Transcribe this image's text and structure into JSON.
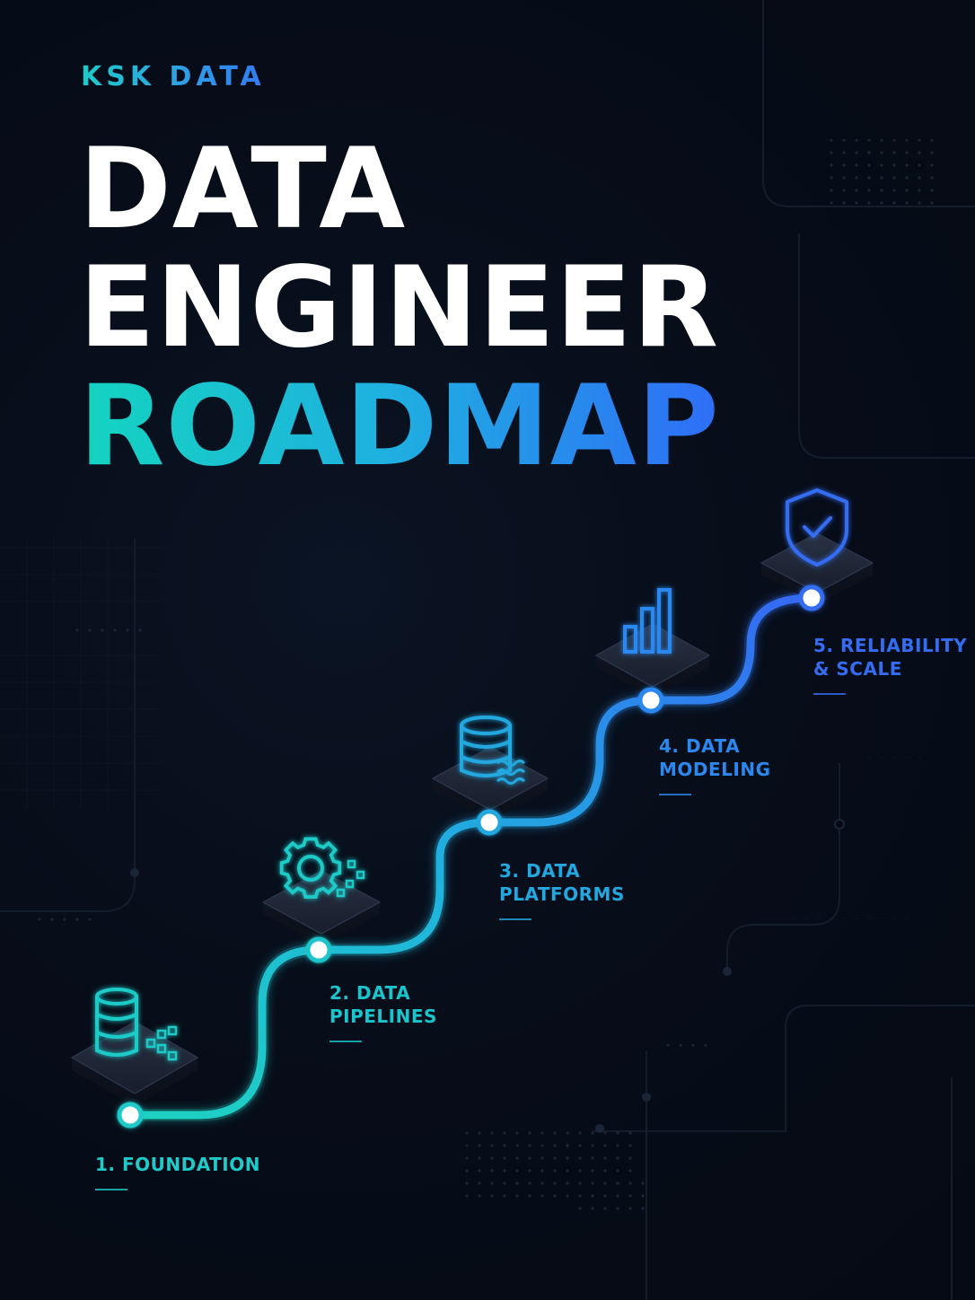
{
  "brand": "KSK DATA",
  "title": {
    "line1": "DATA",
    "line2": "ENGINEER",
    "line3": "ROADMAP"
  },
  "steps": [
    {
      "label_line1": "1. FOUNDATION",
      "label_line2": "",
      "icon": "database-with-data-blocks-icon",
      "color": "#1fcac8"
    },
    {
      "label_line1": "2. DATA",
      "label_line2": "PIPELINES",
      "icon": "gear-with-data-blocks-icon",
      "color": "#19c4cc"
    },
    {
      "label_line1": "3. DATA",
      "label_line2": "PLATFORMS",
      "icon": "database-with-waves-icon",
      "color": "#22a8df"
    },
    {
      "label_line1": "4. DATA",
      "label_line2": "MODELING",
      "icon": "bar-chart-icon",
      "color": "#2a88ee"
    },
    {
      "label_line1": "5. RELIABILITY",
      "label_line2": "& SCALE",
      "icon": "shield-check-icon",
      "color": "#356df2"
    }
  ],
  "colors": {
    "background": "#050a14",
    "teal": "#1fcac8",
    "blue": "#356df2",
    "title_white": "#ffffff"
  }
}
